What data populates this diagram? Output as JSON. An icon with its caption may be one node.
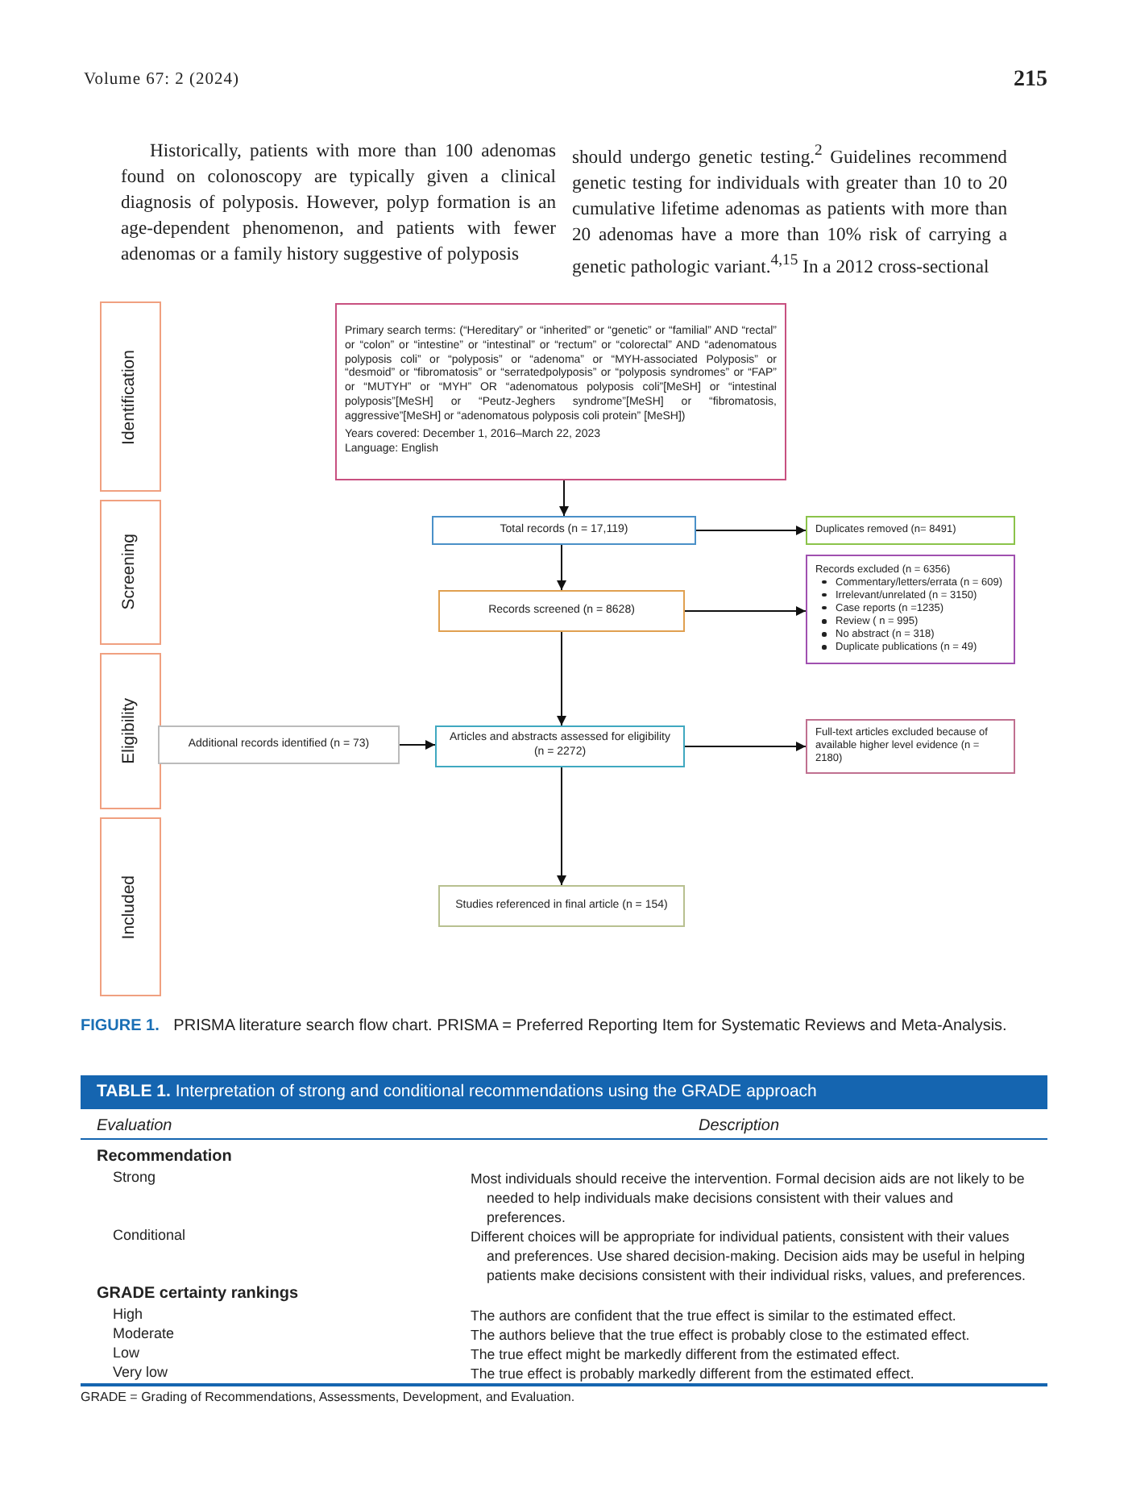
{
  "diagram": {
    "caption": "**FIGURE 1.** PRISMA literature search flow chart. PRISMA = Preferred Reporting Item for Systematic Reviews and Meta-Analysis.",
    "nodes": [
      {
        "text": [
          "Identification"
        ]
      },
      {
        "text": [
          "Screening"
        ]
      },
      {
        "text": [
          "Eligibility"
        ]
      },
      {
        "text": [
          "Included"
        ]
      },
      {
        "text": [
          "Primary search terms: (“Hereditary” or “inherited” or “genetic” or “familial” AND “rectal” or “colon” or “intestine” or “intestinal” or “rectum” or “colorectal” AND “adenomatous polyposis coli” or “polyposis” or “adenoma” or “MYH-associated Polyposis” or “desmoid” or “fibromatosis” or “serratedpolyposis” or “polyposis syndromes” or “FAP” or “MUTYH” or “MYH” OR “adenomatous polyposis coli”[MeSH] or “intestinal polyposis”[MeSH] or “Peutz-Jeghers syndrome”[MeSH] or “fibromatosis, aggressive”[MeSH] or “adenomatous polyposis coli protein” [MeSH])",
          "Years covered: December 1, 2016–March 22, 2023",
          "Language: English"
        ]
      },
      {
        "text": [
          "Total records (n = 17,119)"
        ]
      },
      {
        "text": [
          "Duplicates removed (n= 8491)"
        ]
      },
      {
        "text": [
          "Records screened (n = 8628)"
        ]
      },
      {
        "text": [
          "Records excluded (n = 6356)",
          "Commentary/letters/errata (n = 609)",
          "Irrelevant/unrelated (n = 3150)",
          "Case reports (n =1235)",
          "Review ( n = 995)",
          "No abstract (n = 318)",
          "Duplicate publications (n = 49)"
        ]
      },
      {
        "text": [
          "Additional records identified (n = 73)"
        ]
      },
      {
        "text": [
          "Articles and abstracts assessed for eligibility (n = 2272)"
        ]
      },
      {
        "text": [
          "Full-text articles excluded because of available higher level evidence (n = 2180)"
        ]
      },
      {
        "text": [
          "Studies referenced in final article (n = 154)"
        ]
      }
    ],
    "edges": [
      {
        "from": 4,
        "to": 5,
        "arrow": "to"
      },
      {
        "from": 5,
        "to": 6,
        "arrow": "to"
      },
      {
        "from": 5,
        "to": 7,
        "arrow": "to"
      },
      {
        "from": 7,
        "to": 8,
        "arrow": "to"
      },
      {
        "from": 7,
        "to": 10,
        "arrow": "to"
      },
      {
        "from": 9,
        "to": 10,
        "arrow": "to"
      },
      {
        "from": 10,
        "to": 11,
        "arrow": "to"
      },
      {
        "from": 10,
        "to": 12,
        "arrow": "to"
      }
    ],
    "labels": [
      "Volume 67: 2 (2024)",
      "215",
      "Historically, patients with more than 100 adenomas found on colonoscopy are typically given a clinical diagnosis of polyposis. However, polyp formation is an age-dependent phenomenon, and patients with fewer adenomas or a family history suggestive of polyposis",
      "should undergo genetic testing.$^{2}$ Guidelines recommend genetic testing for individuals with greater than 10 to 20 cumulative lifetime adenomas as patients with more than 20 adenomas have a more than 10% risk of carrying a genetic pathologic variant.$^{4,15}$ In a 2012 cross-sectional",
      "**TABLE 1.** Interpretation of strong and conditional recommendations using the GRADE approach",
      "Evaluation",
      "Description",
      "Recommendation",
      "Strong",
      "Most individuals should receive the intervention. Formal decision aids are not likely to be needed to help individuals make decisions consistent with their values and preferences.",
      "Conditional",
      "Different choices will be appropriate for individual patients, consistent with their values and preferences. Use shared decision-making. Decision aids may be useful in helping patients make decisions consistent with their individual risks, values, and preferences.",
      "GRADE certainty rankings",
      "High",
      "The authors are confident that the true effect is similar to the estimated effect.",
      "Moderate",
      "The authors believe that the true effect is probably close to the estimated effect.",
      "Low",
      "The true effect might be markedly different from the estimated effect.",
      "Very low",
      "The true effect is probably markedly different from the estimated effect.",
      "GRADE = Grading of Recommendations, Assessments, Development, and Evaluation."
    ]
  }
}
